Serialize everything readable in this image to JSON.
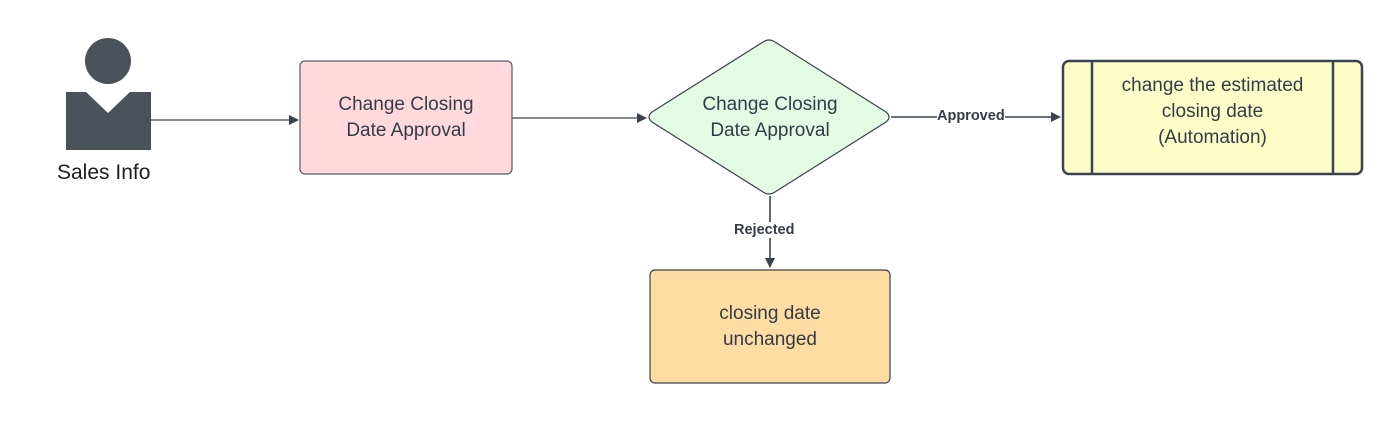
{
  "diagram": {
    "actor": {
      "label": "Sales Info",
      "icon": "person-icon",
      "color": "#4a5159"
    },
    "nodes": {
      "request": {
        "lines": [
          "Change Closing",
          "Date Approval"
        ],
        "fill": "#ffd9dc",
        "stroke": "#555e69"
      },
      "decision": {
        "lines": [
          "Change Closing",
          "Date Approval"
        ],
        "fill": "#e3fae3",
        "stroke": "#3b4350"
      },
      "automation": {
        "lines": [
          "change the estimated",
          "closing date",
          "(Automation)"
        ],
        "fill": "#fdfec7",
        "stroke": "#3b4350"
      },
      "unchanged": {
        "lines": [
          "closing date",
          "unchanged"
        ],
        "fill": "#fedca2",
        "stroke": "#3b4350"
      }
    },
    "edges": {
      "approved_label": "Approved",
      "rejected_label": "Rejected"
    },
    "line_color": "#3b4350"
  }
}
